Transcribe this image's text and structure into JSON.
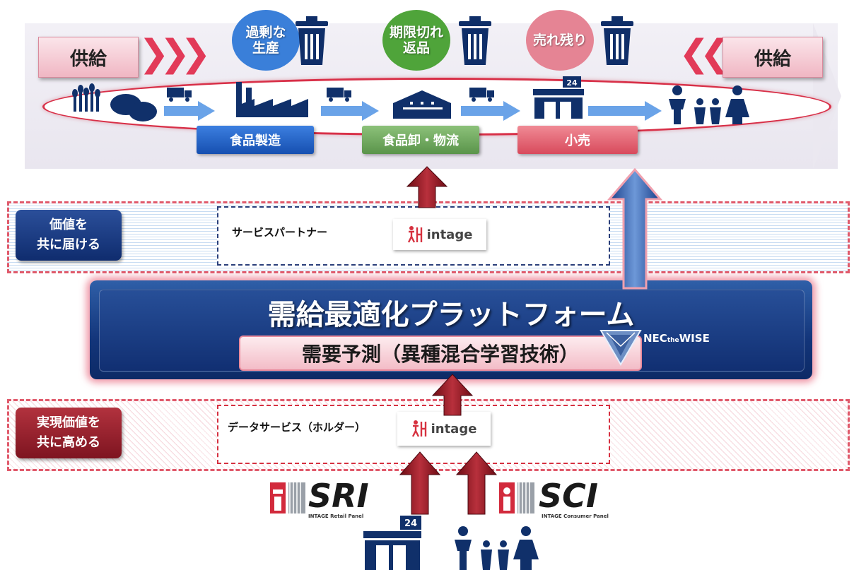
{
  "supply_left": "供給",
  "supply_right": "供給",
  "waste": [
    {
      "line1": "過剰な",
      "line2": "生産",
      "color": "#3a7fd9"
    },
    {
      "line1": "期限切れ",
      "line2": "返品",
      "color": "#4fa43a"
    },
    {
      "line1": "売れ残り",
      "line2": "",
      "color": "#e05a6e"
    }
  ],
  "stages": [
    {
      "label": "食品製造",
      "color": "#1f62c8"
    },
    {
      "label": "食品卸・物流",
      "color": "#6fa75a"
    },
    {
      "label": "小売",
      "color": "#e0606e"
    }
  ],
  "store_number": "24",
  "partner": {
    "tag_line1": "価値を",
    "tag_line2": "共に届ける",
    "box_label": "サービスパートナー",
    "logo_text": "intage"
  },
  "platform": {
    "title": "需給最適化プラットフォーム",
    "subtitle": "需要予測（異種混合学習技術）",
    "brand_nec": "NEC",
    "brand_the": "the",
    "brand_wise": "WISE"
  },
  "holder": {
    "tag_line1": "実現価値を",
    "tag_line2": "共に高める",
    "box_label": "データサービス（ホルダー）",
    "logo_text": "intage"
  },
  "sri": {
    "name": "SRI",
    "caption": "INTAGE Retail Panel"
  },
  "sci": {
    "name": "SCI",
    "caption": "INTAGE Consumer Panel"
  },
  "bottom_store_number": "24"
}
